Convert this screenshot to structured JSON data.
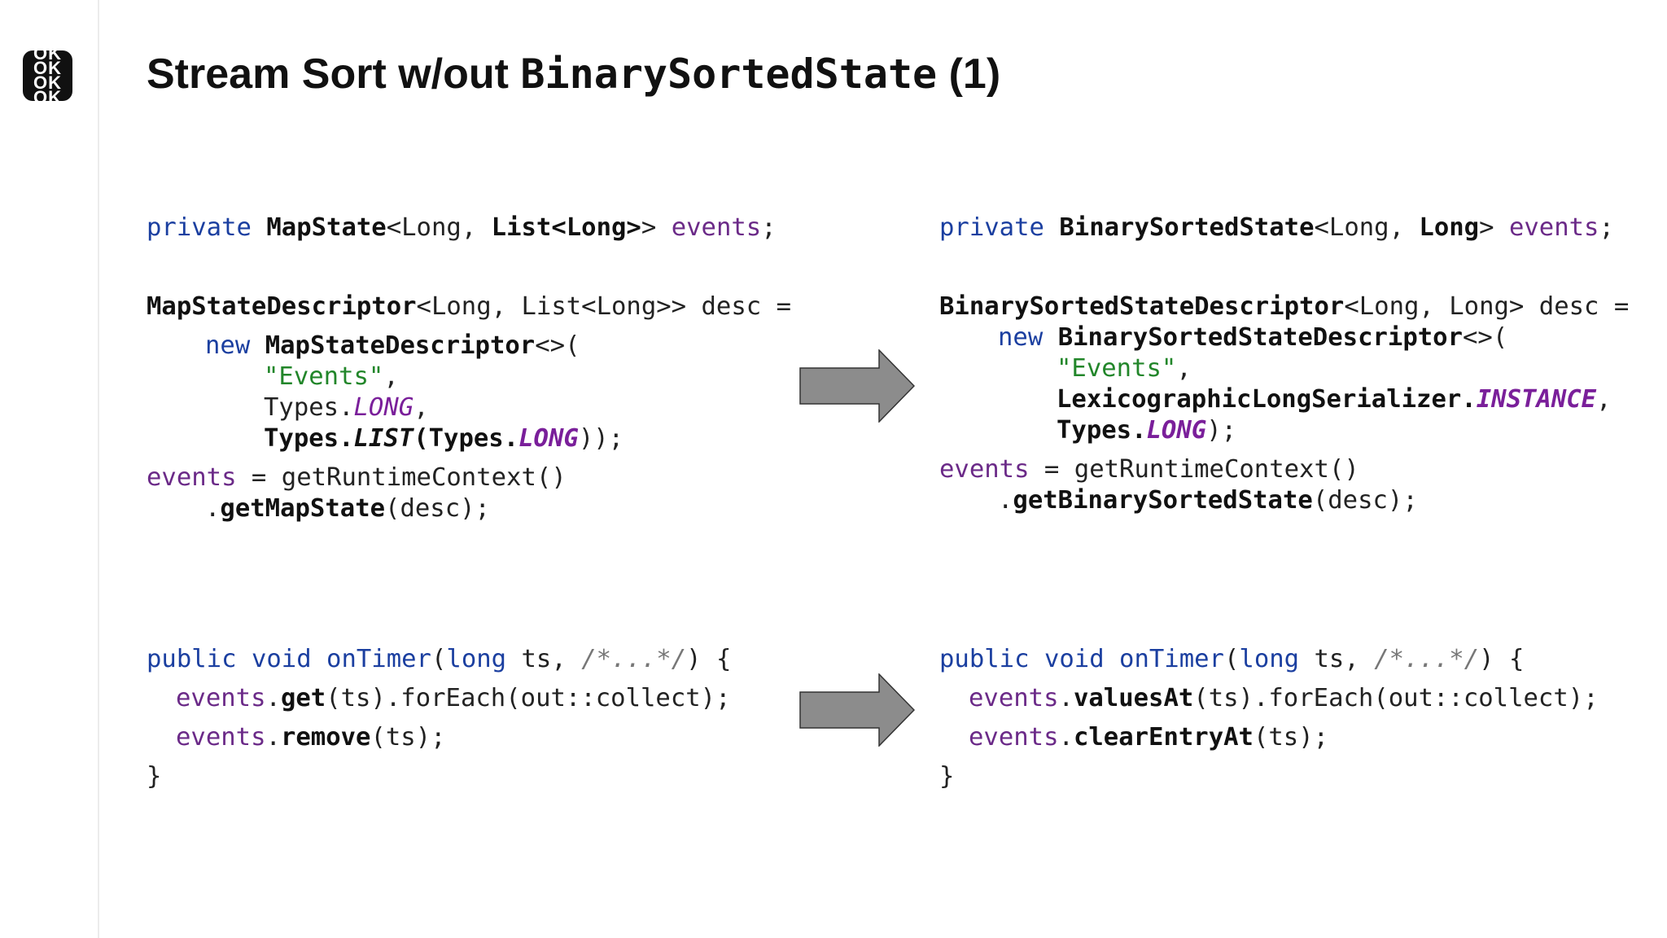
{
  "logo": {
    "lines": [
      "OK",
      "OK",
      "OK",
      "OK"
    ]
  },
  "title": {
    "text": "Stream Sort w/out ",
    "mono": "BinarySortedState",
    "suffix": " (1)"
  },
  "left": {
    "decl": {
      "kw": "private",
      "type": "MapState",
      "mid": "<Long, ",
      "type2": "List<Long>",
      "end": "> ",
      "field": "events",
      "semi": ";"
    },
    "desc": {
      "line1_type": "MapStateDescriptor",
      "line1_rest": "<Long, List<Long>> desc =",
      "new_kw": "new",
      "new_type": "MapStateDescriptor",
      "new_rest": "<>(",
      "arg1": "\"Events\"",
      "arg1_end": ",",
      "arg2_pre": "Types.",
      "arg2_const": "LONG",
      "arg2_end": ",",
      "arg3_pre": "Types.",
      "arg3_fn": "LIST",
      "arg3_mid": "(Types.",
      "arg3_const": "LONG",
      "arg3_end": "));"
    },
    "assign": {
      "field": "events",
      "rest": " = getRuntimeContext()",
      "dot": ".",
      "method": "getMapState",
      "end": "(desc);"
    },
    "timer": {
      "sig_pub": "public",
      "sig_void": "void",
      "sig_name": "onTimer",
      "sig_paren": "(",
      "sig_long": "long",
      "sig_ts": " ts, ",
      "sig_comment": "/*...*/",
      "sig_end": ") {",
      "l1_field": "events",
      "l1_dot": ".",
      "l1_method": "get",
      "l1_rest": "(ts).forEach(out::collect);",
      "l2_field": "events",
      "l2_dot": ".",
      "l2_method": "remove",
      "l2_rest": "(ts);",
      "close": "}"
    }
  },
  "right": {
    "decl": {
      "kw": "private",
      "type": "BinarySortedState",
      "mid": "<Long, ",
      "type2": "Long",
      "end": "> ",
      "field": "events",
      "semi": ";"
    },
    "desc": {
      "line1_type": "BinarySortedStateDescriptor",
      "line1_rest": "<Long, Long> desc =",
      "new_kw": "new",
      "new_type": "BinarySortedStateDescriptor",
      "new_rest": "<>(",
      "arg1": "\"Events\"",
      "arg1_end": ",",
      "arg2_pre": "LexicographicLongSerializer.",
      "arg2_const": "INSTANCE",
      "arg2_end": ",",
      "arg3_pre": "Types.",
      "arg3_const": "LONG",
      "arg3_end": ");"
    },
    "assign": {
      "field": "events",
      "rest": " = getRuntimeContext()",
      "dot": ".",
      "method": "getBinarySortedState",
      "end": "(desc);"
    },
    "timer": {
      "sig_pub": "public",
      "sig_void": "void",
      "sig_name": "onTimer",
      "sig_paren": "(",
      "sig_long": "long",
      "sig_ts": " ts, ",
      "sig_comment": "/*...*/",
      "sig_end": ") {",
      "l1_field": "events",
      "l1_dot": ".",
      "l1_method": "valuesAt",
      "l1_rest": "(ts).forEach(out::collect);",
      "l2_field": "events",
      "l2_dot": ".",
      "l2_method": "clearEntryAt",
      "l2_rest": "(ts);",
      "close": "}"
    }
  },
  "colors": {
    "keyword": "#1b3fa0",
    "field": "#6b2a88",
    "string": "#22862a",
    "comment": "#777777",
    "arrow_fill": "#8c8c8c"
  },
  "icons": {
    "arrow": "right-arrow-icon"
  }
}
